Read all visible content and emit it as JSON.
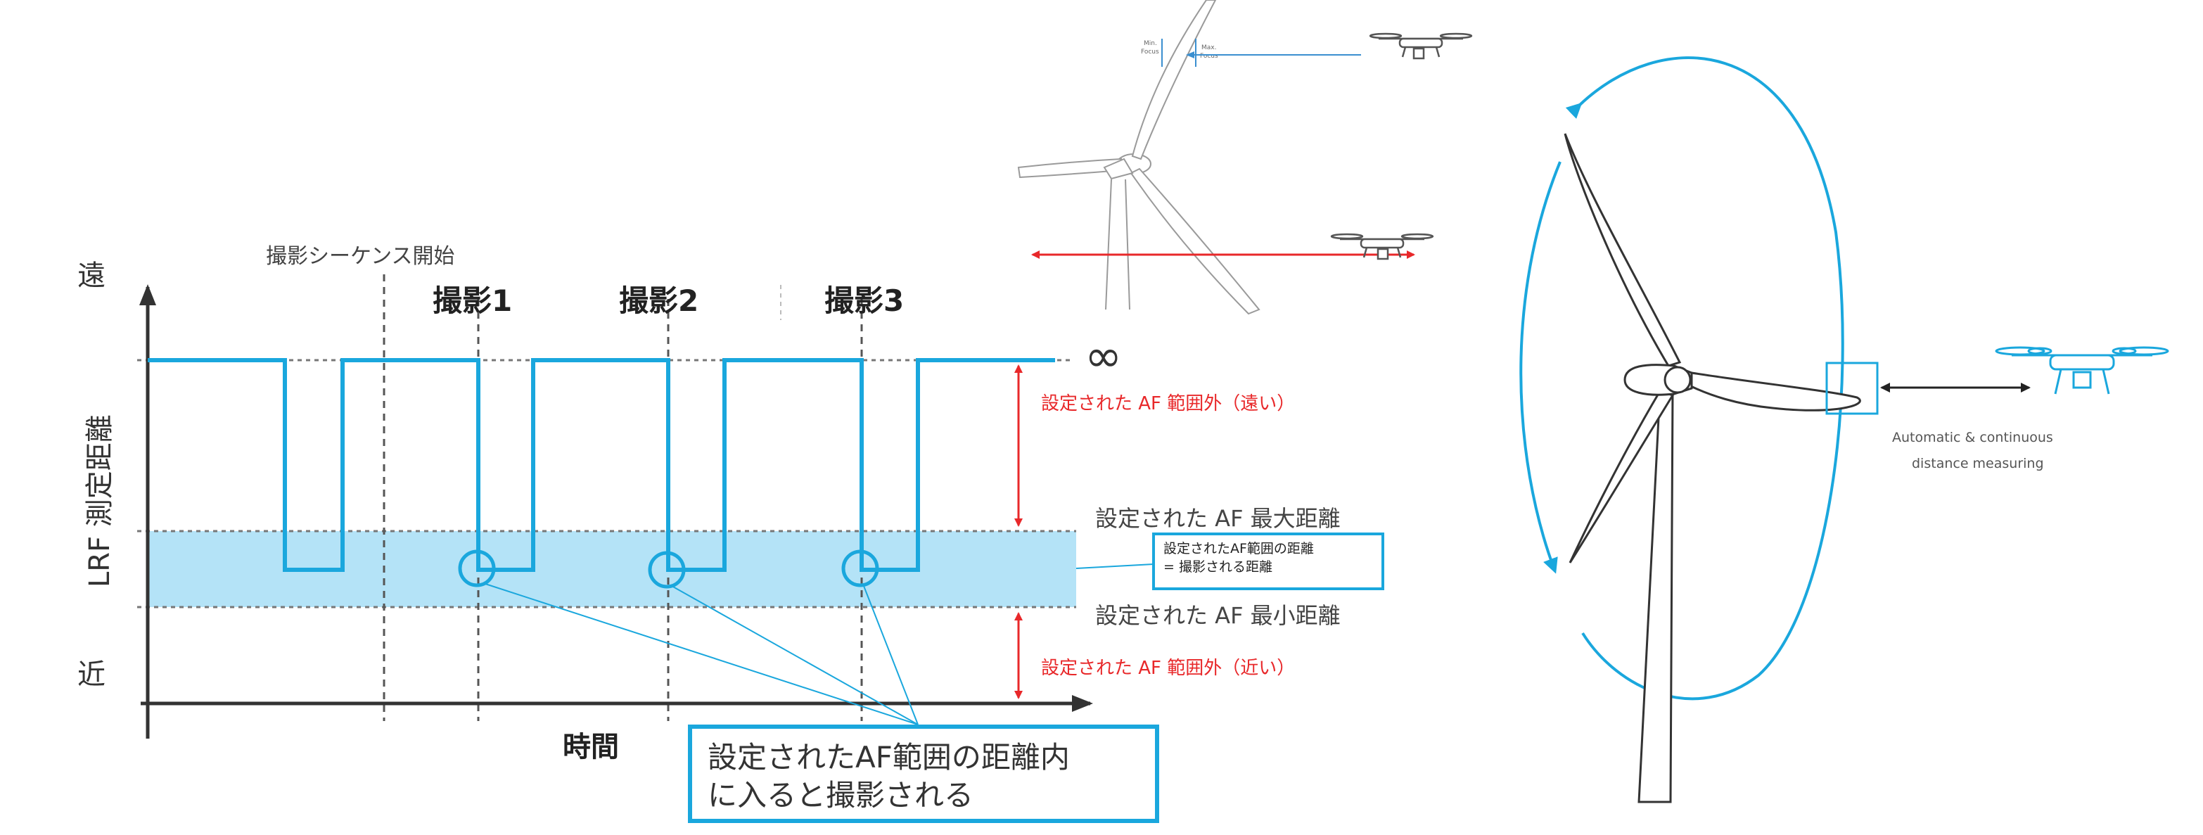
{
  "colors": {
    "accent_blue": "#1aa7dd",
    "band_fill": "#b4e3f7",
    "arrow_red": "#e8282a",
    "axis": "#333333",
    "annotation_red": "#e8282a"
  },
  "graph": {
    "y_far": "遠",
    "y_near": "近",
    "y_axis_label": "LRF 測定距離",
    "x_axis_label": "時間",
    "sequence_start": "撮影シーケンス開始",
    "shot_labels": [
      "撮影1",
      "撮影2",
      "撮影3"
    ],
    "infinity": "∞",
    "out_far": "設定された AF 範囲外（遠い）",
    "af_max": "設定された AF 最大距離",
    "af_min": "設定された AF 最小距離",
    "out_near": "設定された AF 範囲外（近い）",
    "in_range_note": [
      "設定されたAF範囲の距離",
      "= 撮影される距離"
    ],
    "bottom_note": [
      "設定されたAF範囲の距離内",
      "に入ると撮影される"
    ]
  },
  "top_figure": {
    "min_label": "Min.\nFocus",
    "max_label": "Max.\nFocus"
  },
  "right_figure": {
    "caption": [
      "Automatic & continuous",
      "distance measuring"
    ]
  },
  "icons": [
    "drone-icon",
    "wind-turbine-icon",
    "infinity-icon",
    "target-circle-icon"
  ]
}
